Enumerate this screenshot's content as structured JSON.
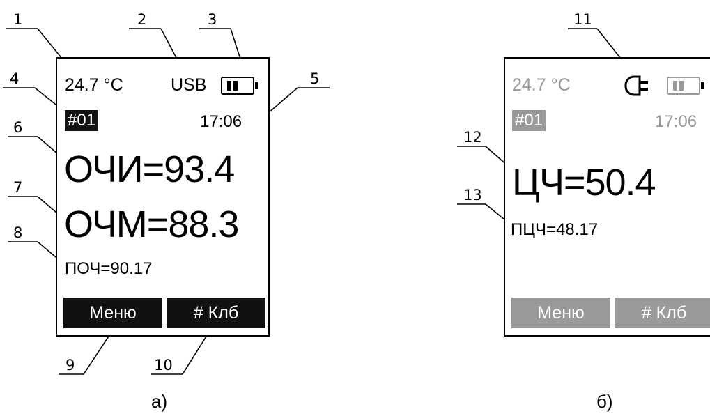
{
  "callouts": {
    "n1": "1",
    "n2": "2",
    "n3": "3",
    "n4": "4",
    "n5": "5",
    "n6": "6",
    "n7": "7",
    "n8": "8",
    "n9": "9",
    "n10": "10",
    "n11": "11",
    "n12": "12",
    "n13": "13"
  },
  "screen_a": {
    "temperature": "24.7 °C",
    "power_source": "USB",
    "battery_level": "2 of 3 bars",
    "id": "#01",
    "time": "17:06",
    "reading_1": "ОЧИ=93.4",
    "reading_2": "ОЧМ=88.3",
    "reading_3": "ПОЧ=90.17",
    "softkey_left": "Меню",
    "softkey_right": "# Клб",
    "caption": "а)"
  },
  "screen_b": {
    "temperature": "24.7 °C",
    "power_icon": "plug-icon",
    "battery_level": "2 of 3 bars",
    "id": "#01",
    "time": "17:06",
    "reading_1": "ЦЧ=50.4",
    "reading_2": "ПЦЧ=48.17",
    "softkey_left": "Меню",
    "softkey_right": "# Клб",
    "caption": "б)",
    "faded_color": "#9a9a9a"
  }
}
